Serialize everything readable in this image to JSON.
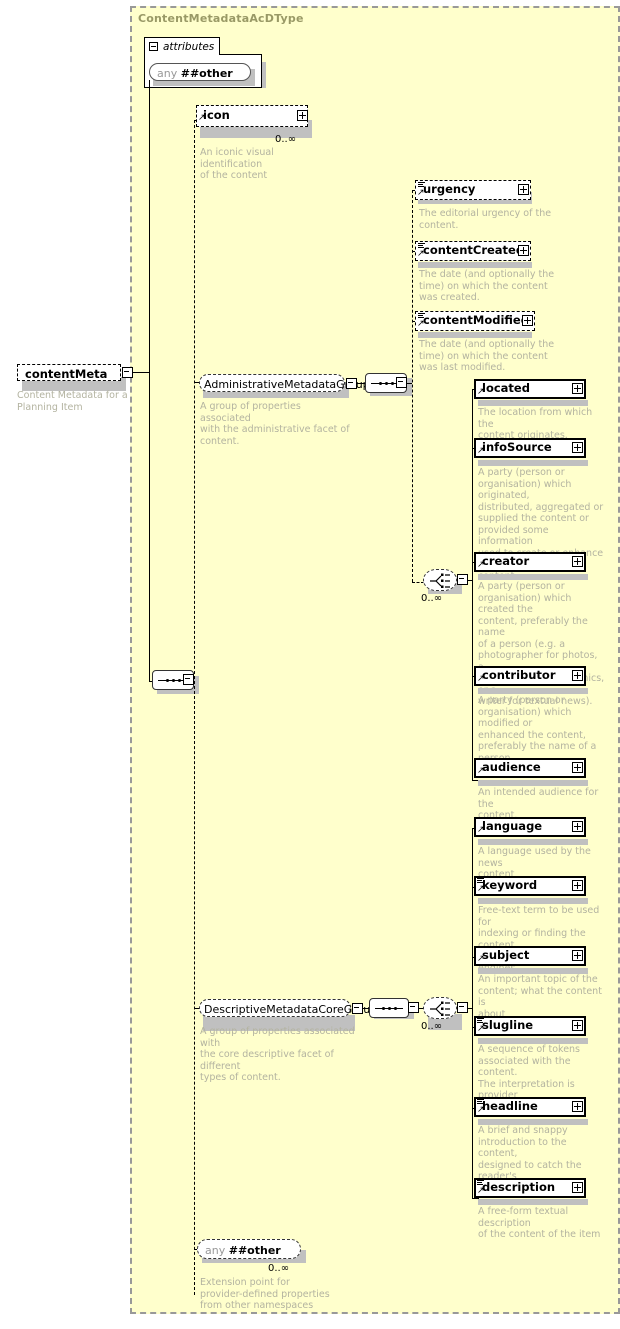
{
  "diagram": {
    "type": "xml-schema-diagram",
    "root_type": "ContentMetadataAcDType",
    "background": "#ffffcc",
    "annotation_color": "#b3b3a0"
  },
  "complex_type": {
    "title": "ContentMetadataAcDType"
  },
  "attributes_panel": {
    "tab_label": "attributes",
    "any": {
      "ns": "any",
      "name": "##other"
    }
  },
  "root_element": {
    "name": "contentMeta",
    "annotation": "Content Metadata for a\nPlanning Item",
    "optional": true
  },
  "icon_element": {
    "name": "icon",
    "cardinality": "0..∞",
    "annotation": "An iconic visual identification\nof the content",
    "optional": true
  },
  "groups": [
    {
      "name": "AdministrativeMetadataGroup",
      "annotation": "A group of properties associated\nwith the administrative facet of\ncontent.",
      "optional": true
    },
    {
      "name": "DescriptiveMetadataCoreGroup",
      "annotation": "A group of properties associated with\nthe core descriptive facet of different\ntypes of content.",
      "optional": true
    }
  ],
  "admin_sequence_elements": [
    {
      "name": "urgency",
      "optional": true,
      "annotation": "The editorial urgency of the\ncontent."
    },
    {
      "name": "contentCreated",
      "optional": true,
      "annotation": "The date (and optionally the\ntime) on which the content\nwas created."
    },
    {
      "name": "contentModified",
      "optional": true,
      "annotation": "The date (and optionally the\ntime) on which the content\nwas last modified."
    }
  ],
  "admin_choice": {
    "cardinality": "0..∞",
    "elements": [
      {
        "name": "located",
        "optional": false,
        "annotation": "The location from which the\ncontent originates."
      },
      {
        "name": "infoSource",
        "optional": false,
        "annotation": "A party (person or\norganisation) which originated,\ndistributed, aggregated or\nsupplied the content or\nprovided some information\nused to create or enhance the\ncontent."
      },
      {
        "name": "creator",
        "optional": false,
        "annotation": "A party (person or\norganisation) which created the\ncontent, preferably the name\nof a person (e.g. a\nphotographer for photos, a\ngraphic artist for graphics, or a\nwriter for textual news)."
      },
      {
        "name": "contributor",
        "optional": false,
        "annotation": "A party (person or\norganisation) which modified or\nenhanced the content,\npreferably the name of a\nperson."
      },
      {
        "name": "audience",
        "optional": false,
        "annotation": "An intended audience for the\ncontent."
      }
    ]
  },
  "descriptive_choice": {
    "cardinality": "0..∞",
    "elements": [
      {
        "name": "language",
        "optional": false,
        "annotation": "A language used by the news\ncontent"
      },
      {
        "name": "keyword",
        "optional": false,
        "annotation": "Free-text term to be used for\nindexing or finding the content\nof text-based search engines"
      },
      {
        "name": "subject",
        "optional": false,
        "annotation": "An important topic of the\ncontent; what the content is\nabout"
      },
      {
        "name": "slugline",
        "optional": false,
        "annotation": "A sequence of tokens\nassociated with the content.\nThe interpretation is provider\nspecific"
      },
      {
        "name": "headline",
        "optional": false,
        "annotation": "A brief and snappy\nintroduction to the content,\ndesigned to catch the reader's\nattention"
      },
      {
        "name": "description",
        "optional": false,
        "annotation": "A free-form textual description\nof the content of the item"
      }
    ]
  },
  "extension_any": {
    "ns": "any",
    "name": "##other",
    "cardinality": "0..∞",
    "annotation": "Extension point for\nprovider-defined properties\nfrom other namespaces"
  }
}
